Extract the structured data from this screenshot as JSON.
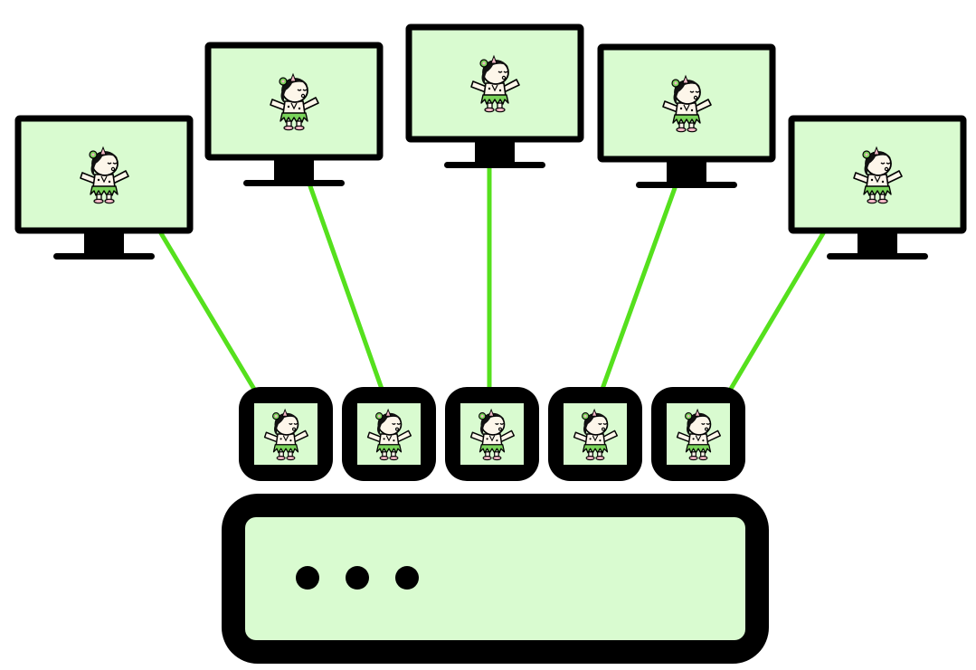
{
  "colors": {
    "screen_fill": "#d9fbd0",
    "outline": "#000000",
    "cable": "#55e01d",
    "background": "#ffffff",
    "character_skirt": "#7ad35a",
    "character_skin": "#fdf6ea",
    "character_hair": "#111111",
    "character_flower": "#f2b8c6"
  },
  "monitors": [
    {
      "id": "monitor-1",
      "icon": "dancing-character-icon"
    },
    {
      "id": "monitor-2",
      "icon": "dancing-character-icon"
    },
    {
      "id": "monitor-3",
      "icon": "dancing-character-icon"
    },
    {
      "id": "monitor-4",
      "icon": "dancing-character-icon"
    },
    {
      "id": "monitor-5",
      "icon": "dancing-character-icon"
    }
  ],
  "sessions": [
    {
      "id": "session-1",
      "icon": "dancing-character-icon"
    },
    {
      "id": "session-2",
      "icon": "dancing-character-icon"
    },
    {
      "id": "session-3",
      "icon": "dancing-character-icon"
    },
    {
      "id": "session-4",
      "icon": "dancing-character-icon"
    },
    {
      "id": "session-5",
      "icon": "dancing-character-icon"
    }
  ],
  "server": {
    "icon": "server-icon",
    "indicator_count": 3
  }
}
